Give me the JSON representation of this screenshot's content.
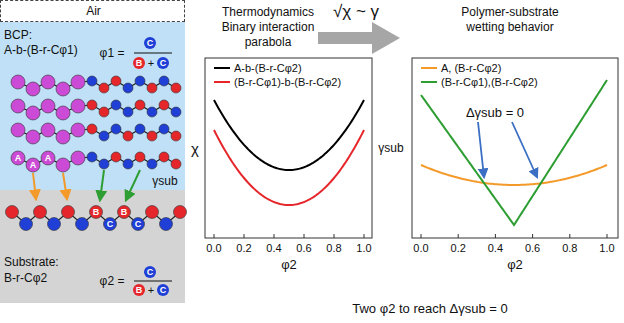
{
  "diagram": {
    "nodes": [
      {
        "text": [
          "Air"
        ]
      },
      {
        "text": [
          "BCP:",
          "A-b-(B-r-Cφ1)"
        ]
      },
      {
        "text": [
          "Substrate:",
          "B-r-Cφ2"
        ]
      }
    ],
    "labels": [
      "√χ ~ γ",
      "Thermodynamics",
      "Binary interaction",
      "parabola",
      "Polymer-substrate",
      "wetting behavior",
      "χ",
      "γsub",
      "Δγsub = 0",
      "0.0",
      "0.2",
      "0.4",
      "0.6",
      "0.8",
      "1.0",
      "0.0",
      "0.2",
      "0.4",
      "0.6",
      "0.8",
      "1.0",
      "φ2",
      "φ2",
      "Two φ2 to reach Δγsub = 0",
      "γsub",
      "φ1 =",
      "C",
      "B",
      "+",
      "C",
      "φ2 =",
      "C",
      "B",
      "+",
      "C",
      "A",
      "A",
      "A",
      "B",
      "C",
      "B",
      "C"
    ],
    "legend": [
      {
        "text": "A-b-(B-r-Cφ2)",
        "color": "#000000"
      },
      {
        "text": "(B-r-Cφ1)-b-(B-r-Cφ2)",
        "color": "#e8262a"
      },
      {
        "text": "A, (B-r-Cφ2)",
        "color": "#f39a2a"
      },
      {
        "text": "(B-r-Cφ1),(B-r-Cφ2)",
        "color": "#2e9e33"
      }
    ]
  }
}
